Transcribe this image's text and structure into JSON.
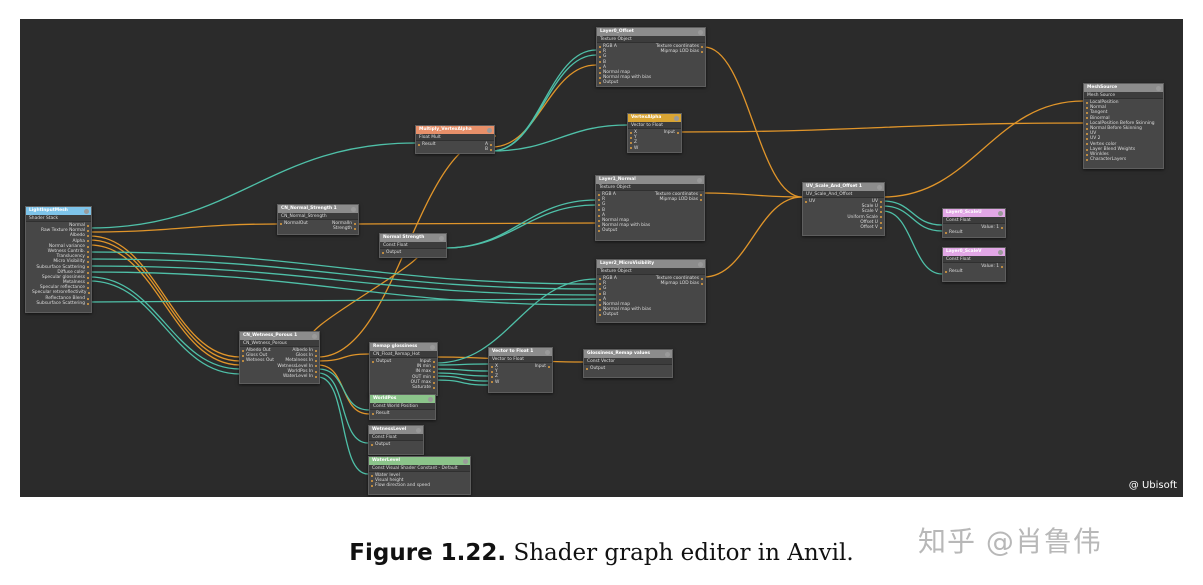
{
  "colors": {
    "canvas_bg": "#2b2b2b",
    "node_bg": "#474747",
    "wire_orange": "#e0952a",
    "wire_teal": "#4fc0a8",
    "header_blue": "#7ec4ea",
    "header_grey": "#8c8c8c",
    "header_salmon": "#e8906a",
    "header_gold": "#d9a534",
    "header_pink": "#e2a7e6",
    "header_green": "#8bc48a"
  },
  "credit": "@ Ubisoft",
  "caption": {
    "label": "Figure 1.22.",
    "text": "Shader graph editor in Anvil."
  },
  "watermark": "知乎 @肖鲁伟",
  "nodes": [
    {
      "id": "lightinput",
      "title": "LightInputMesh",
      "subtitle": "Shader Stack",
      "header": "header_blue",
      "icon": "node-options-icon",
      "rows": [
        [
          "",
          "Normal"
        ],
        [
          "",
          "Raw Texture Normal"
        ],
        [
          "",
          "Albedo"
        ],
        [
          "",
          "Alpha"
        ],
        [
          "",
          "Normal variance"
        ],
        [
          "",
          "Wetness Contrib."
        ],
        [
          "",
          "Translucency"
        ],
        [
          "",
          "Micro Visibility"
        ],
        [
          "",
          "Subsurface Scattering"
        ],
        [
          "",
          "Diffuse color"
        ],
        [
          "",
          "Specular glossiness"
        ],
        [
          "",
          "Metalness"
        ],
        [
          "",
          "Specular reflectance"
        ],
        [
          "",
          "Specular retroreflectivity"
        ],
        [
          "",
          "Reflectance Blend"
        ],
        [
          "",
          "Subsurface Scattering"
        ]
      ]
    },
    {
      "id": "cnnormal",
      "title": "CN_Normal_Strength 1",
      "subtitle": "CN_Normal_Strength",
      "header": "header_grey",
      "icon": "node-options-icon",
      "rows": [
        [
          "NormalOut",
          "NormalIn"
        ],
        [
          "",
          "Strength"
        ]
      ]
    },
    {
      "id": "normalstrength",
      "title": "Normal Strength",
      "subtitle": "Const Float",
      "header": "header_grey",
      "icon": "node-options-icon",
      "rows": [
        [
          "Output",
          ""
        ]
      ]
    },
    {
      "id": "multiply",
      "title": "Multiply_VertexAlpha",
      "subtitle": "Float Mult",
      "header": "header_salmon",
      "icon": "node-options-icon",
      "rows": [
        [
          "Result",
          "A"
        ],
        [
          "",
          "B"
        ]
      ]
    },
    {
      "id": "layer0",
      "title": "Layer0_Offset",
      "subtitle": "Texture Object",
      "header": "header_grey",
      "icon": "node-options-icon",
      "rows": [
        [
          "RGB A",
          "Texture coordinates"
        ],
        [
          "R",
          "Mipmap LOD bias"
        ],
        [
          "G",
          ""
        ],
        [
          "B",
          ""
        ],
        [
          "A",
          ""
        ],
        [
          "Normal map",
          ""
        ],
        [
          "Normal map with bias",
          ""
        ],
        [
          "Output",
          ""
        ]
      ]
    },
    {
      "id": "vertexalpha",
      "title": "VertexAlpha",
      "subtitle": "Vector to Float",
      "header": "header_gold",
      "icon": "node-options-icon",
      "rows": [
        [
          "X",
          "Input"
        ],
        [
          "Y",
          ""
        ],
        [
          "Z",
          ""
        ],
        [
          "W",
          ""
        ]
      ]
    },
    {
      "id": "meshsource",
      "title": "MeshSource",
      "subtitle": "Mesh Source",
      "header": "header_grey",
      "icon": "node-options-icon",
      "rows": [
        [
          "LocalPosition",
          ""
        ],
        [
          "Normal",
          ""
        ],
        [
          "Tangent",
          ""
        ],
        [
          "Binormal",
          ""
        ],
        [
          "LocalPosition Before Skinning",
          ""
        ],
        [
          "Normal Before Skinning",
          ""
        ],
        [
          "UV",
          ""
        ],
        [
          "UV 2",
          ""
        ],
        [
          "Vertex color",
          ""
        ],
        [
          "Layer Blend Weights",
          ""
        ],
        [
          "Wrinkles",
          ""
        ],
        [
          "CharacterLayers",
          ""
        ]
      ]
    },
    {
      "id": "layer1",
      "title": "Layer1_Normal",
      "subtitle": "Texture Object",
      "header": "header_grey",
      "icon": "node-options-icon",
      "rows": [
        [
          "RGB A",
          "Texture coordinates"
        ],
        [
          "R",
          "Mipmap LOD bias"
        ],
        [
          "G",
          ""
        ],
        [
          "B",
          ""
        ],
        [
          "A",
          ""
        ],
        [
          "Normal map",
          ""
        ],
        [
          "Normal map with bias",
          ""
        ],
        [
          "Output",
          ""
        ]
      ]
    },
    {
      "id": "uvscale",
      "title": "UV_Scale_And_Offset 1",
      "subtitle": "UV_Scale_And_Offset",
      "header": "header_grey",
      "icon": "node-options-icon",
      "rows": [
        [
          "UV",
          "UV"
        ],
        [
          "",
          "Scale U"
        ],
        [
          "",
          "Scale V"
        ],
        [
          "",
          "Uniform Scale"
        ],
        [
          "",
          "Offset U"
        ],
        [
          "",
          "Offset V"
        ]
      ]
    },
    {
      "id": "scaleu",
      "title": "Layer0_ScaleU",
      "subtitle": "Const Float",
      "header": "header_pink",
      "icon": "node-options-icon",
      "rows": [
        [
          "",
          "Value: 1"
        ],
        [
          "Result",
          ""
        ]
      ]
    },
    {
      "id": "scalev",
      "title": "Layer0_ScaleV",
      "subtitle": "Const Float",
      "header": "header_pink",
      "icon": "node-options-icon",
      "rows": [
        [
          "",
          "Value: 1"
        ],
        [
          "Result",
          ""
        ]
      ]
    },
    {
      "id": "layer2",
      "title": "Layer2_MicroVisibility",
      "subtitle": "Texture Object",
      "header": "header_grey",
      "icon": "node-options-icon",
      "rows": [
        [
          "RGB A",
          "Texture coordinates"
        ],
        [
          "R",
          "Mipmap LOD bias"
        ],
        [
          "G",
          ""
        ],
        [
          "B",
          ""
        ],
        [
          "A",
          ""
        ],
        [
          "Normal map",
          ""
        ],
        [
          "Normal map with bias",
          ""
        ],
        [
          "Output",
          ""
        ]
      ]
    },
    {
      "id": "cnwetness",
      "title": "CN_Wetness_Porous 1",
      "subtitle": "CN_Wetness_Porous",
      "header": "header_grey",
      "icon": "node-options-icon",
      "rows": [
        [
          "Albedo Out",
          "Albedo In"
        ],
        [
          "Gloss Out",
          "Gloss In"
        ],
        [
          "Wetness Out",
          "Metalness In"
        ],
        [
          "",
          "WetnessLevel In"
        ],
        [
          "",
          "WorldPos In"
        ],
        [
          "",
          "WaterLevel In"
        ]
      ]
    },
    {
      "id": "remap",
      "title": "Remap glossiness",
      "subtitle": "CN_Float_Remap_Hot",
      "header": "header_grey",
      "icon": "node-options-icon",
      "rows": [
        [
          "Output",
          "Input"
        ],
        [
          "",
          "IN min"
        ],
        [
          "",
          "IN max"
        ],
        [
          "",
          "OUT min"
        ],
        [
          "",
          "OUT max"
        ],
        [
          "",
          "Saturate"
        ]
      ]
    },
    {
      "id": "vectortofloat",
      "title": "Vector to Float 1",
      "subtitle": "Vector to Float",
      "header": "header_grey",
      "icon": "node-options-icon",
      "rows": [
        [
          "X",
          "Input"
        ],
        [
          "Y",
          ""
        ],
        [
          "Z",
          ""
        ],
        [
          "W",
          ""
        ]
      ]
    },
    {
      "id": "glossremap",
      "title": "Glossiness_Remap values",
      "subtitle": "Const Vector",
      "header": "header_grey",
      "icon": "node-options-icon",
      "rows": [
        [
          "Output",
          ""
        ]
      ]
    },
    {
      "id": "worldpos",
      "title": "WorldPos",
      "subtitle": "Const World Position",
      "header": "header_green",
      "icon": "node-options-icon",
      "rows": [
        [
          "Result",
          ""
        ]
      ]
    },
    {
      "id": "wetnesslevel",
      "title": "WetnessLevel",
      "subtitle": "Const Float",
      "header": "header_grey",
      "icon": "node-options-icon",
      "rows": [
        [
          "Output",
          ""
        ]
      ]
    },
    {
      "id": "waterlevel",
      "title": "WaterLevel",
      "subtitle": "Const Visual Shader Constant - Default",
      "header": "header_green",
      "icon": "node-options-icon",
      "rows": [
        [
          "Water level",
          ""
        ],
        [
          "Visual height",
          ""
        ],
        [
          "Flow direction and speed",
          ""
        ]
      ]
    }
  ]
}
